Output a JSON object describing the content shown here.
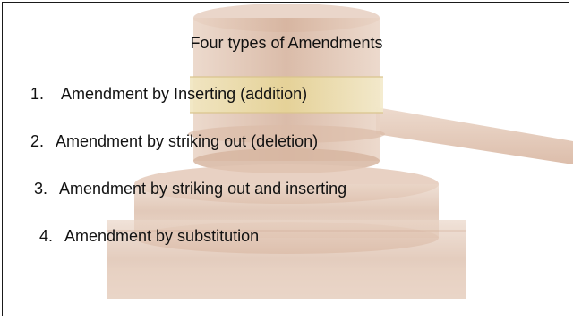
{
  "slide": {
    "title": "Four types of Amendments",
    "items": [
      {
        "number": "1.",
        "text": "Amendment by Inserting (addition)"
      },
      {
        "number": "2.",
        "text": "Amendment by striking out (deletion)"
      },
      {
        "number": "3.",
        "text": "Amendment by striking out and inserting"
      },
      {
        "number": "4.",
        "text": "Amendment by substitution"
      }
    ]
  },
  "background_image": "faded-gavel-on-sound-block",
  "colors": {
    "text": "#111111",
    "wood": "#c9a58f",
    "brass": "#e8d9a2",
    "frame": "#1a1a1a"
  }
}
